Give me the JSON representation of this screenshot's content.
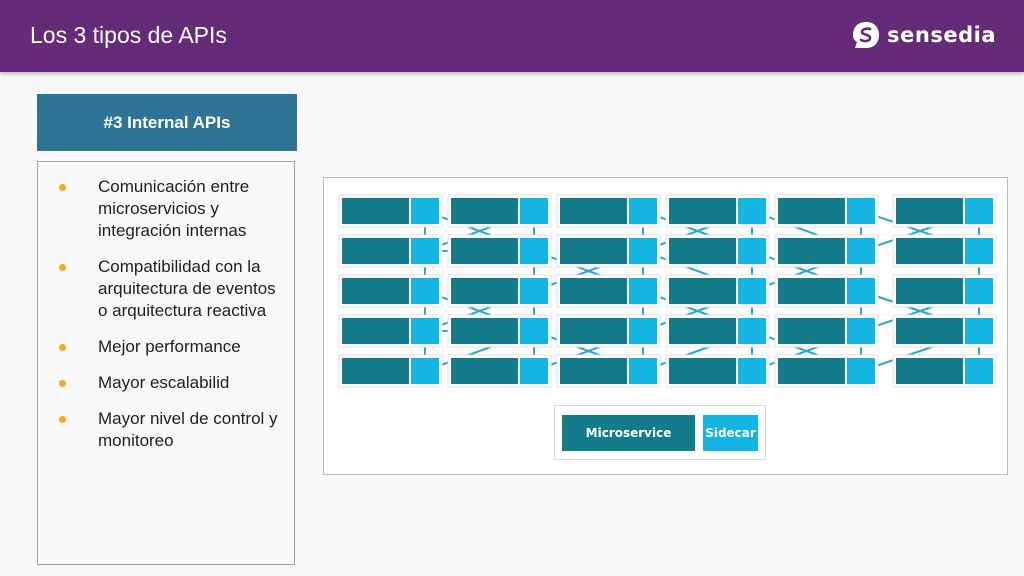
{
  "header": {
    "title": "Los 3 tipos de APIs",
    "logo_text": "sensedia"
  },
  "section": {
    "title": "#3 Internal APIs"
  },
  "bullets": [
    "Comunicación entre microservicios y integración internas",
    "Compatibilidad con la arquitectura de eventos o arquitectura reactiva",
    "Mejor performance",
    "Mayor escalabilid",
    "Mayor nivel de control y monitoreo"
  ],
  "diagram": {
    "legend": {
      "microservice": "Microservice",
      "sidecar": "Sidecar"
    },
    "grid": {
      "rows": 5,
      "cols": 6
    }
  },
  "colors": {
    "header_bg": "#652a78",
    "tab_bg": "#2f7494",
    "bullet": "#f2a91d",
    "microservice": "#137b89",
    "sidecar": "#14b4e3",
    "mesh_line": "#2aa7cf"
  }
}
